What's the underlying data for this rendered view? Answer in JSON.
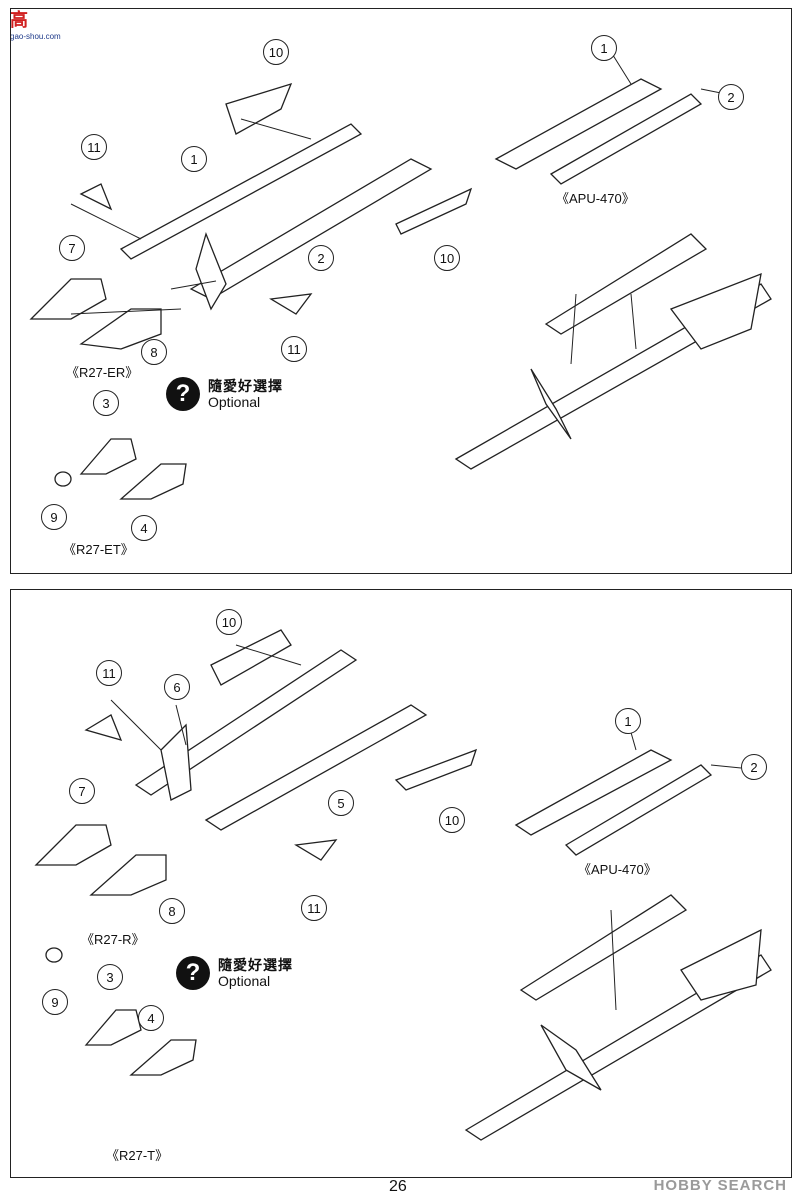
{
  "site_logo": {
    "text": "高",
    "sub": "gao-shou.com"
  },
  "page_number": "26",
  "watermark": "HOBBY SEARCH",
  "optional": {
    "chinese": "隨愛好選擇",
    "english": "Optional"
  },
  "top_panel": {
    "left_variant": "《R27-ER》",
    "small_variant": "《R27-ET》",
    "rail_label": "《APU-470》",
    "callouts": [
      "10",
      "1",
      "11",
      "7",
      "2",
      "10",
      "8",
      "11",
      "3",
      "9",
      "4",
      "1",
      "2"
    ]
  },
  "bottom_panel": {
    "left_variant": "《R27-R》",
    "small_variant": "《R27-T》",
    "rail_label": "《APU-470》",
    "callouts": [
      "10",
      "11",
      "6",
      "7",
      "5",
      "10",
      "8",
      "11",
      "3",
      "9",
      "4",
      "1",
      "2"
    ]
  }
}
